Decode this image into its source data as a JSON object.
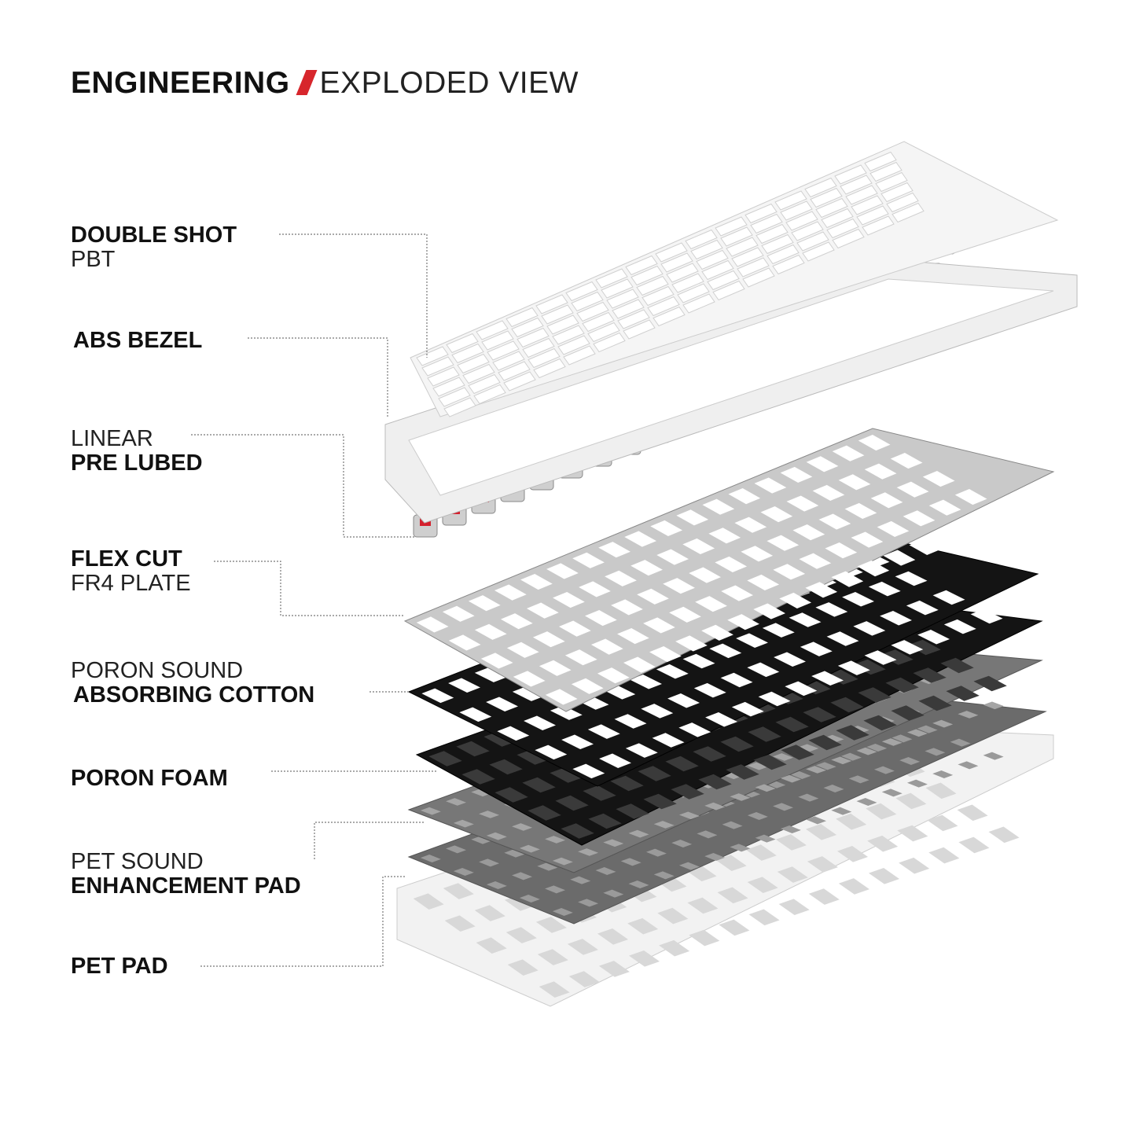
{
  "title": {
    "bold": "ENGINEERING",
    "light": "EXPLODED VIEW",
    "accent": "#d7262c"
  },
  "labels": [
    {
      "id": "keycaps",
      "lines": [
        {
          "text": "DOUBLE SHOT",
          "bold": true
        },
        {
          "text": "PBT",
          "bold": false
        }
      ]
    },
    {
      "id": "bezel",
      "lines": [
        {
          "text": "ABS BEZEL",
          "bold": true
        }
      ]
    },
    {
      "id": "switches",
      "lines": [
        {
          "text": "LINEAR",
          "bold": false
        },
        {
          "text": "PRE LUBED",
          "bold": true
        }
      ]
    },
    {
      "id": "plate",
      "lines": [
        {
          "text": "FLEX CUT",
          "bold": true
        },
        {
          "text": "FR4 PLATE",
          "bold": false
        }
      ]
    },
    {
      "id": "cotton",
      "lines": [
        {
          "text": "PORON SOUND",
          "bold": false
        },
        {
          "text": "ABSORBING COTTON",
          "bold": true
        }
      ]
    },
    {
      "id": "foam",
      "lines": [
        {
          "text": "PORON FOAM",
          "bold": true
        }
      ]
    },
    {
      "id": "enhancement",
      "lines": [
        {
          "text": "PET SOUND",
          "bold": false
        },
        {
          "text": "ENHANCEMENT PAD",
          "bold": true
        }
      ]
    },
    {
      "id": "petpad",
      "lines": [
        {
          "text": "PET PAD",
          "bold": true
        }
      ]
    }
  ],
  "colors": {
    "switch_stem": "#d41f2c",
    "plate": "#c9c9c9",
    "foam": "#141414",
    "pet": "#6b6b6b",
    "case": "#f2f2f2"
  }
}
